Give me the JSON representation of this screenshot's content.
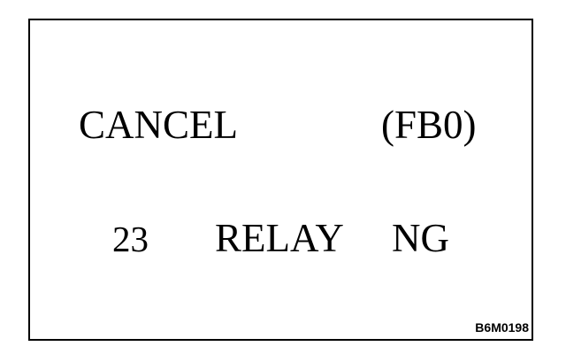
{
  "display": {
    "line1": {
      "message": "CANCEL",
      "code": "(FB0)"
    },
    "line2": {
      "code": "23",
      "item": "RELAY",
      "status": "NG"
    }
  },
  "figure_id": "B6M0198"
}
